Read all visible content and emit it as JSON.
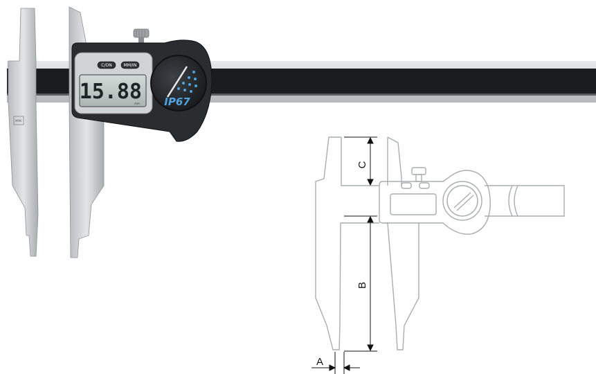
{
  "caliper_photo": {
    "display_value": "15.88",
    "unit_label": "mm",
    "button_left_label": "C/ON",
    "button_right_label": "MM/IN",
    "ip_rating": "IP67"
  },
  "drawing": {
    "dim_a": "A",
    "dim_b": "B",
    "dim_c": "C"
  },
  "colors": {
    "steel": "#c9cdd0",
    "scale_bar": "#1a1c1e",
    "housing": "#2a2d30",
    "lcd": "#bfc9c6",
    "drawing_line": "#a9adb0"
  }
}
